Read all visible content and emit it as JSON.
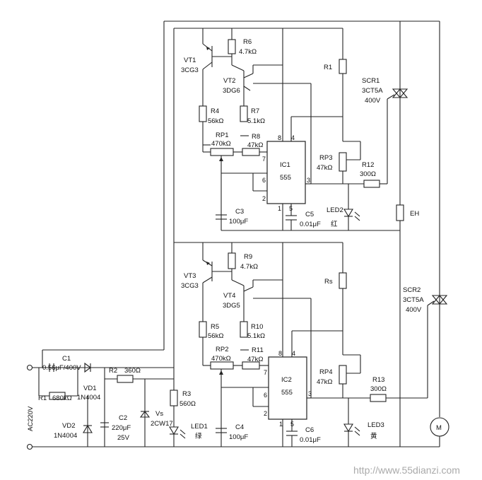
{
  "labels": {
    "vt1": "VT1",
    "vt1_type": "3CG3",
    "vt2": "VT2",
    "vt2_type": "3DG6",
    "vt3": "VT3",
    "vt3_type": "3CG3",
    "vt4": "VT4",
    "vt4_type": "3DG5",
    "r6": "R6",
    "r6_val": "4.7kΩ",
    "r7": "R7",
    "r7_val": "5.1kΩ",
    "r4": "R4",
    "r4_val": "56kΩ",
    "rp1": "RP1",
    "rp1_val": "470kΩ",
    "r8": "R8",
    "r8_val": "47kΩ",
    "r1top": "R1",
    "scr1": "SCR1",
    "scr1_type": "3CT5A",
    "scr1_v": "400V",
    "rp3": "RP3",
    "rp3_val": "47kΩ",
    "r12": "R12",
    "r12_val": "300Ω",
    "ic1": "IC1",
    "ic1_type": "555",
    "c3": "C3",
    "c3_val": "100μF",
    "c5": "C5",
    "c5_val": "0.01μF",
    "led2": "LED2",
    "led2_color": "红",
    "eh": "EH",
    "r9": "R9",
    "r9_val": "4.7kΩ",
    "r10": "R10",
    "r10_val": "5.1kΩ",
    "r5": "R5",
    "r5_val": "56kΩ",
    "rp2": "RP2",
    "rp2_val": "470kΩ",
    "r11": "R11",
    "r11_val": "47kΩ",
    "rs": "Rs",
    "scr2": "SCR2",
    "scr2_type": "3CT5A",
    "scr2_v": "400V",
    "rp4": "RP4",
    "rp4_val": "47kΩ",
    "r13": "R13",
    "r13_val": "300Ω",
    "ic2": "IC2",
    "ic2_type": "555",
    "c4": "C4",
    "c4_val": "100μF",
    "c6": "C6",
    "c6_val": "0.01μF",
    "led3": "LED3",
    "led3_color": "黄",
    "c1": "C1",
    "c1_val": "0.56μF/400V",
    "r1": "R1",
    "r1_val": "680kΩ",
    "vd1": "VD1",
    "vd1_type": "1N4004",
    "vd2": "VD2",
    "vd2_type": "1N4004",
    "r2": "R2",
    "r2_val": "360Ω",
    "c2": "C2",
    "c2_val": "220μF",
    "c2_v": "25V",
    "vs": "Vs",
    "vs_type": "2CW17",
    "r3": "R3",
    "r3_val": "560Ω",
    "led1": "LED1",
    "led1_color": "绿",
    "ac": "AC220V",
    "motor": "M",
    "pin8": "8",
    "pin4": "4",
    "pin7": "7",
    "pin6": "6",
    "pin2": "2",
    "pin3": "3",
    "pin1": "1",
    "pin5": "5",
    "watermark": "http://www.55dianzi.com"
  }
}
